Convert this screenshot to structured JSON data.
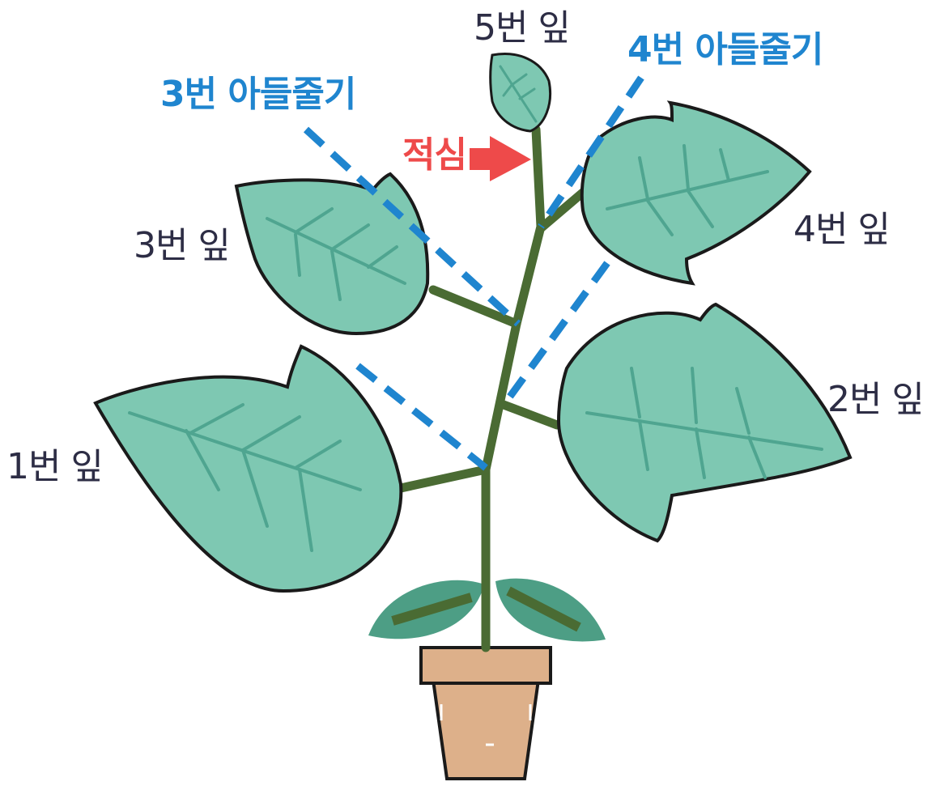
{
  "labels": {
    "leaf5": "5번 잎",
    "leaf4": "4번 잎",
    "leaf3": "3번 잎",
    "leaf2": "2번 잎",
    "leaf1": "1번 잎",
    "branch3": "3번 아들줄기",
    "branch4": "4번 아들줄기",
    "pinch": "적심"
  },
  "colors": {
    "leaf_fill": "#7ec8b2",
    "leaf_vein": "#4fa590",
    "outline": "#1a1a1a",
    "stem": "#4a6b33",
    "cotyledon": "#4d9e85",
    "pot": "#ddb08a",
    "branch_line": "#1f85cf",
    "pinch_arrow": "#ee4a4a",
    "leaf_text": "#2d2d45"
  }
}
